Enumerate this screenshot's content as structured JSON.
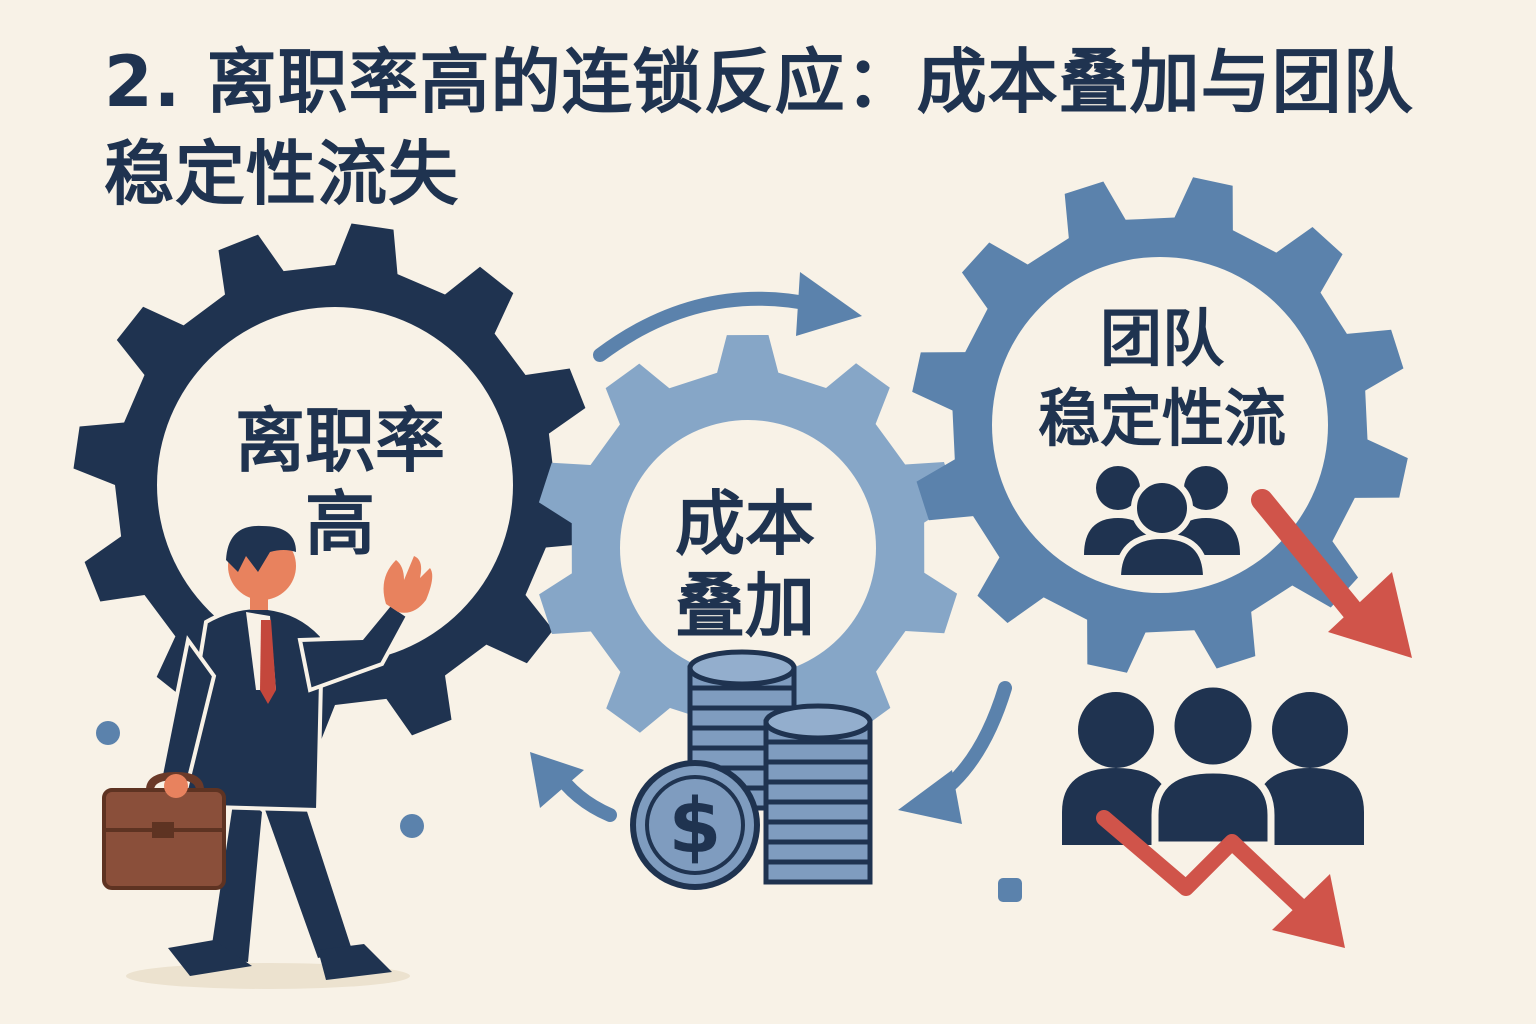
{
  "title": "2. 离职率高的连锁反应：成本叠加与团队稳定性流失",
  "gears": {
    "left": {
      "line1": "离职率",
      "line2": "高"
    },
    "middle": {
      "line1": "成本",
      "line2": "叠加"
    },
    "right": {
      "line1": "团队",
      "line2": "稳定性流"
    }
  },
  "coin_symbol": "$",
  "colors": {
    "navy": "#1f3350",
    "steel_blue": "#5b82ac",
    "light_blue": "#86a6c7",
    "red": "#d0544a",
    "brown": "#8a4f3a",
    "background": "#f8f2e7"
  }
}
